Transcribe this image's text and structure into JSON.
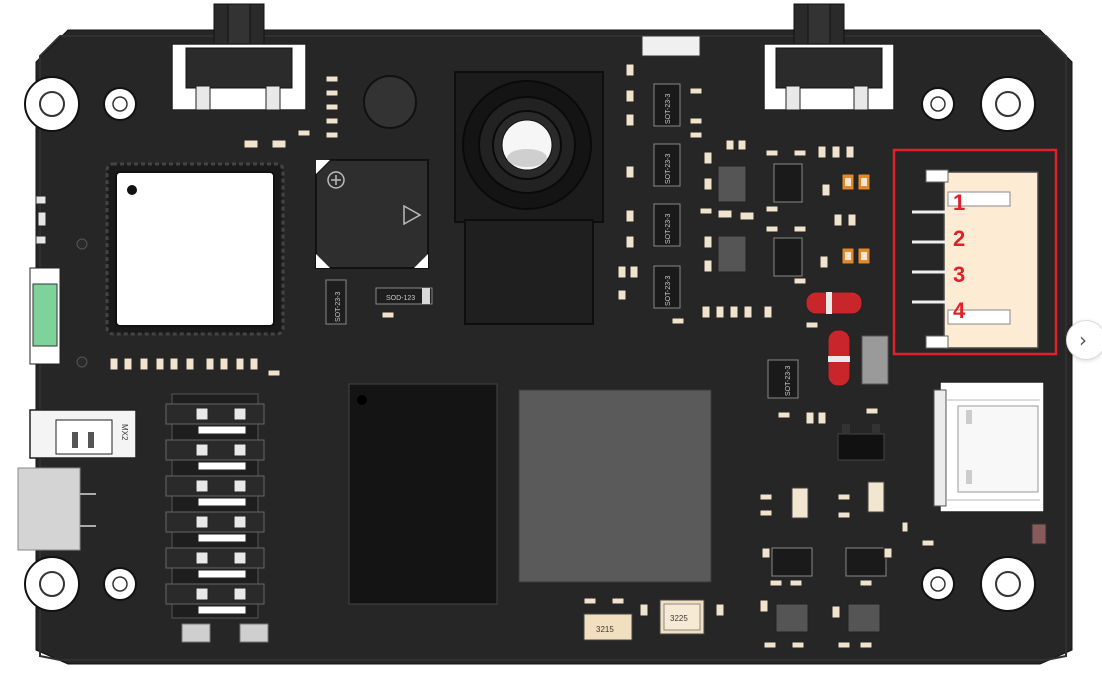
{
  "image": {
    "pin_labels": [
      "1",
      "2",
      "3",
      "4"
    ],
    "chip_markings": {
      "sot_a": "SOT-23-3",
      "sot_b": "SOT-23-3",
      "sot_c": "SOT-23-3",
      "sot_d": "SOT-23-3",
      "sot_left": "SOT-23-3",
      "sot_right": "SOT-23-3",
      "diode": "SOD-123",
      "connector_left": "MX2",
      "crystal_a": "3215",
      "crystal_b": "3225"
    },
    "highlight_color": "#e0202a"
  },
  "nav": {
    "next_icon": "›"
  }
}
